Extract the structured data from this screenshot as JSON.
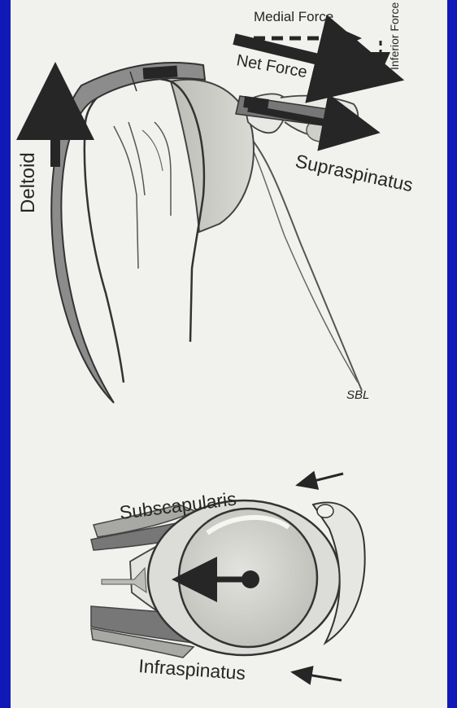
{
  "labels": {
    "medial_force": "Medial Force",
    "inferior_force": "Inferior Force",
    "net_force": "Net Force",
    "deltoid": "Deltoid",
    "supraspinatus": "Supraspinatus",
    "sbl": "SBL",
    "subscapularis": "Subscapularis",
    "infraspinatus": "Infraspinatus"
  },
  "colors": {
    "background": "#1a1fc4",
    "paper": "#f1f1ee",
    "ink": "#262626",
    "muscle": "#8c8c8c",
    "bone": "#d9d9d4"
  }
}
